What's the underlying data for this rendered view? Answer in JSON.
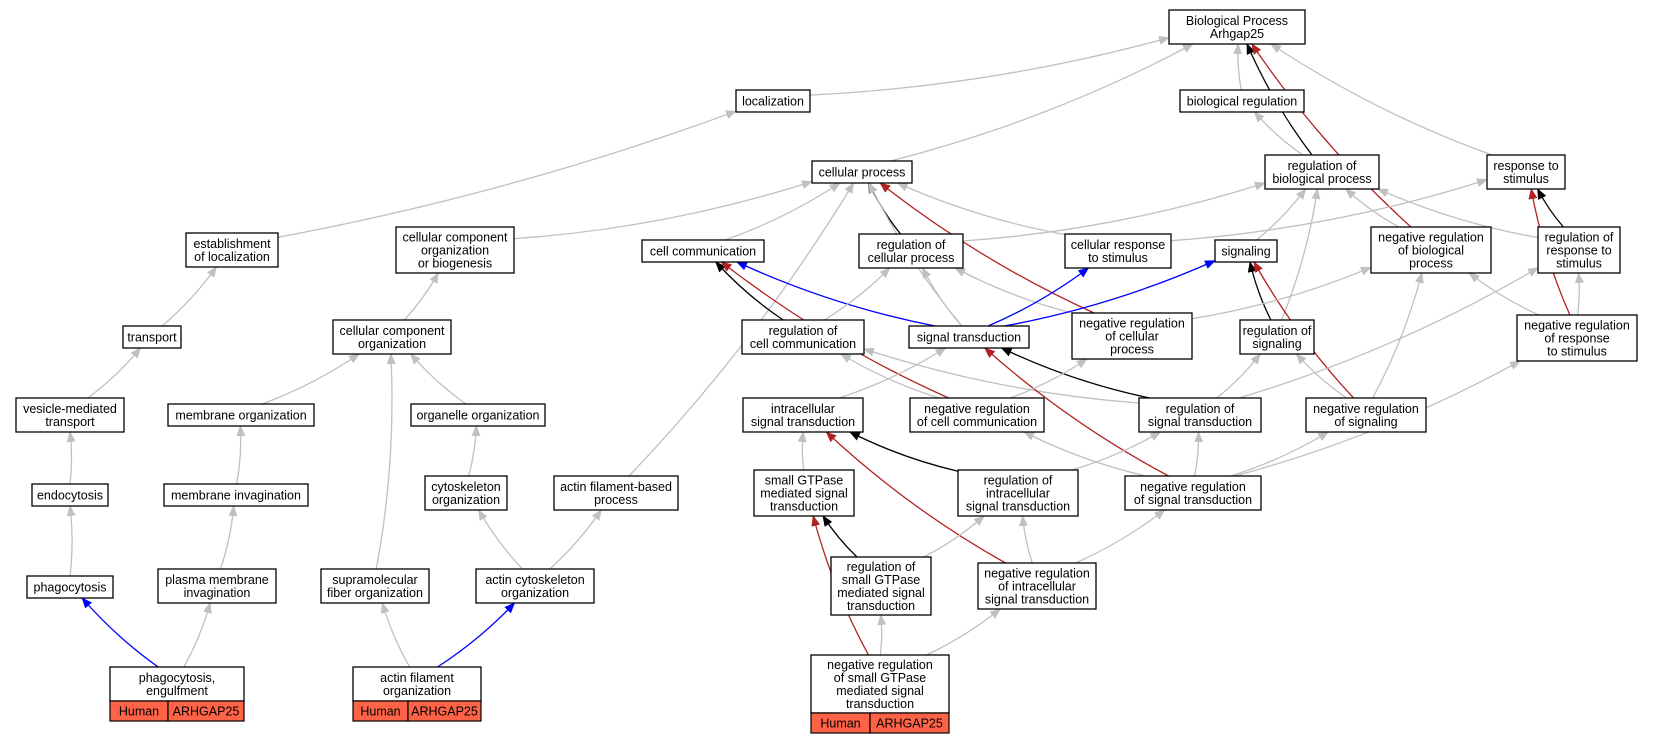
{
  "colors": {
    "gray": "#c0c0c0",
    "black": "#000000",
    "red": "#b22222",
    "blue": "#0000ff",
    "annotation": "#ff6347"
  },
  "nodes": {
    "root": [
      "Biological Process",
      "Arhgap25"
    ],
    "localization": [
      "localization"
    ],
    "biolreg": [
      "biological regulation"
    ],
    "cellproc": [
      "cellular process"
    ],
    "regbio": [
      "regulation of",
      "biological process"
    ],
    "resp": [
      "response to",
      "stimulus"
    ],
    "estloc": [
      "establishment",
      "of localization"
    ],
    "ccob": [
      "cellular component",
      "organization",
      "or biogenesis"
    ],
    "cellcomm": [
      "cell communication"
    ],
    "regcell": [
      "regulation of",
      "cellular process"
    ],
    "cellresp": [
      "cellular response",
      "to stimulus"
    ],
    "signaling": [
      "signaling"
    ],
    "negregbio": [
      "negative regulation",
      "of biological",
      "process"
    ],
    "regresp": [
      "regulation of",
      "response to",
      "stimulus"
    ],
    "transport": [
      "transport"
    ],
    "cco": [
      "cellular component",
      "organization"
    ],
    "regcomm": [
      "regulation of",
      "cell communication"
    ],
    "sigtrans": [
      "signal transduction"
    ],
    "negregcell": [
      "negative regulation",
      "of cellular",
      "process"
    ],
    "regsig": [
      "regulation of",
      "signaling"
    ],
    "negregresp": [
      "negative regulation",
      "of response",
      "to stimulus"
    ],
    "vesicle": [
      "vesicle-mediated",
      "transport"
    ],
    "membrane": [
      "membrane organization"
    ],
    "organelle": [
      "organelle organization"
    ],
    "intra": [
      "intracellular",
      "signal transduction"
    ],
    "negregcomm": [
      "negative regulation",
      "of cell communication"
    ],
    "regsigtrans": [
      "regulation of",
      "signal transduction"
    ],
    "negregsig": [
      "negative regulation",
      "of signaling"
    ],
    "endo": [
      "endocytosis"
    ],
    "meminv": [
      "membrane invagination"
    ],
    "cytoorg": [
      "cytoskeleton",
      "organization"
    ],
    "actinproc": [
      "actin filament-based",
      "process"
    ],
    "smallgt": [
      "small GTPase",
      "mediated signal",
      "transduction"
    ],
    "regintra": [
      "regulation of",
      "intracellular",
      "signal transduction"
    ],
    "negregsigtrans": [
      "negative regulation",
      "of signal transduction"
    ],
    "phago": [
      "phagocytosis"
    ],
    "pminv": [
      "plasma membrane",
      "invagination"
    ],
    "supra": [
      "supramolecular",
      "fiber organization"
    ],
    "actincyto": [
      "actin cytoskeleton",
      "organization"
    ],
    "regsmall": [
      "regulation of",
      "small GTPase",
      "mediated signal",
      "transduction"
    ],
    "negregintra": [
      "negative regulation",
      "of intracellular",
      "signal transduction"
    ],
    "engulf": [
      "phagocytosis,",
      "engulfment"
    ],
    "actinfil": [
      "actin filament",
      "organization"
    ],
    "negregsmall": [
      "negative regulation",
      "of small GTPase",
      "mediated signal",
      "transduction"
    ]
  },
  "annotations": {
    "engulf": {
      "species": "Human",
      "gene": "ARHGAP25"
    },
    "actinfil": {
      "species": "Human",
      "gene": "ARHGAP25"
    },
    "negregsmall": {
      "species": "Human",
      "gene": "ARHGAP25"
    }
  },
  "edges": [
    {
      "from": "localization",
      "to": "root",
      "color": "gray"
    },
    {
      "from": "biolreg",
      "to": "root",
      "color": "gray"
    },
    {
      "from": "cellproc",
      "to": "root",
      "color": "gray"
    },
    {
      "from": "regbio",
      "to": "root",
      "color": "black"
    },
    {
      "from": "negregbio",
      "to": "root",
      "color": "red"
    },
    {
      "from": "resp",
      "to": "root",
      "color": "gray"
    },
    {
      "from": "regbio",
      "to": "biolreg",
      "color": "gray"
    },
    {
      "from": "estloc",
      "to": "localization",
      "color": "gray"
    },
    {
      "from": "ccob",
      "to": "cellproc",
      "color": "gray"
    },
    {
      "from": "cellcomm",
      "to": "cellproc",
      "color": "gray"
    },
    {
      "from": "regcell",
      "to": "cellproc",
      "color": "black"
    },
    {
      "from": "cellresp",
      "to": "cellproc",
      "color": "gray"
    },
    {
      "from": "negregcell",
      "to": "cellproc",
      "color": "red"
    },
    {
      "from": "actinproc",
      "to": "cellproc",
      "color": "gray"
    },
    {
      "from": "sigtrans",
      "to": "cellproc",
      "color": "gray"
    },
    {
      "from": "regcell",
      "to": "regbio",
      "color": "gray"
    },
    {
      "from": "signaling",
      "to": "regbio",
      "color": "gray"
    },
    {
      "from": "negregbio",
      "to": "regbio",
      "color": "gray"
    },
    {
      "from": "regresp",
      "to": "regbio",
      "color": "gray"
    },
    {
      "from": "regsig",
      "to": "regbio",
      "color": "gray"
    },
    {
      "from": "regresp",
      "to": "resp",
      "color": "black"
    },
    {
      "from": "cellresp",
      "to": "resp",
      "color": "gray"
    },
    {
      "from": "negregresp",
      "to": "resp",
      "color": "red"
    },
    {
      "from": "transport",
      "to": "estloc",
      "color": "gray"
    },
    {
      "from": "cco",
      "to": "ccob",
      "color": "gray"
    },
    {
      "from": "regcomm",
      "to": "cellcomm",
      "color": "black"
    },
    {
      "from": "sigtrans",
      "to": "cellcomm",
      "color": "blue"
    },
    {
      "from": "negregcomm",
      "to": "cellcomm",
      "color": "red"
    },
    {
      "from": "regcomm",
      "to": "regcell",
      "color": "gray"
    },
    {
      "from": "sigtrans",
      "to": "regcell",
      "color": "gray"
    },
    {
      "from": "negregcell",
      "to": "regcell",
      "color": "gray"
    },
    {
      "from": "sigtrans",
      "to": "cellresp",
      "color": "blue"
    },
    {
      "from": "sigtrans",
      "to": "signaling",
      "color": "blue"
    },
    {
      "from": "regsig",
      "to": "signaling",
      "color": "black"
    },
    {
      "from": "negregsig",
      "to": "signaling",
      "color": "red"
    },
    {
      "from": "negregcell",
      "to": "negregbio",
      "color": "gray"
    },
    {
      "from": "negregsig",
      "to": "negregbio",
      "color": "gray"
    },
    {
      "from": "negregresp",
      "to": "regresp",
      "color": "gray"
    },
    {
      "from": "regsigtrans",
      "to": "regresp",
      "color": "gray"
    },
    {
      "from": "negregresp",
      "to": "negregbio",
      "color": "gray"
    },
    {
      "from": "vesicle",
      "to": "transport",
      "color": "gray"
    },
    {
      "from": "membrane",
      "to": "cco",
      "color": "gray"
    },
    {
      "from": "organelle",
      "to": "cco",
      "color": "gray"
    },
    {
      "from": "supra",
      "to": "cco",
      "color": "gray"
    },
    {
      "from": "negregcomm",
      "to": "regcomm",
      "color": "gray"
    },
    {
      "from": "regsigtrans",
      "to": "regcomm",
      "color": "gray"
    },
    {
      "from": "intra",
      "to": "sigtrans",
      "color": "gray"
    },
    {
      "from": "regsigtrans",
      "to": "sigtrans",
      "color": "black"
    },
    {
      "from": "negregsigtrans",
      "to": "sigtrans",
      "color": "red"
    },
    {
      "from": "negregcomm",
      "to": "negregcell",
      "color": "gray"
    },
    {
      "from": "regsigtrans",
      "to": "regsig",
      "color": "gray"
    },
    {
      "from": "negregsig",
      "to": "regsig",
      "color": "gray"
    },
    {
      "from": "negregsigtrans",
      "to": "negregresp",
      "color": "gray"
    },
    {
      "from": "endo",
      "to": "vesicle",
      "color": "gray"
    },
    {
      "from": "meminv",
      "to": "membrane",
      "color": "gray"
    },
    {
      "from": "cytoorg",
      "to": "organelle",
      "color": "gray"
    },
    {
      "from": "smallgt",
      "to": "intra",
      "color": "gray"
    },
    {
      "from": "regintra",
      "to": "intra",
      "color": "black"
    },
    {
      "from": "negregintra",
      "to": "intra",
      "color": "red"
    },
    {
      "from": "negregsigtrans",
      "to": "negregcomm",
      "color": "gray"
    },
    {
      "from": "negregsigtrans",
      "to": "regsigtrans",
      "color": "gray"
    },
    {
      "from": "regintra",
      "to": "regsigtrans",
      "color": "gray"
    },
    {
      "from": "negregsigtrans",
      "to": "negregsig",
      "color": "gray"
    },
    {
      "from": "phago",
      "to": "endo",
      "color": "gray"
    },
    {
      "from": "pminv",
      "to": "meminv",
      "color": "gray"
    },
    {
      "from": "actincyto",
      "to": "cytoorg",
      "color": "gray"
    },
    {
      "from": "actincyto",
      "to": "actinproc",
      "color": "gray"
    },
    {
      "from": "regsmall",
      "to": "smallgt",
      "color": "black"
    },
    {
      "from": "negregsmall",
      "to": "smallgt",
      "color": "red"
    },
    {
      "from": "negregintra",
      "to": "regintra",
      "color": "gray"
    },
    {
      "from": "negregintra",
      "to": "negregsigtrans",
      "color": "gray"
    },
    {
      "from": "regsmall",
      "to": "regintra",
      "color": "gray"
    },
    {
      "from": "engulf",
      "to": "phago",
      "color": "blue"
    },
    {
      "from": "engulf",
      "to": "pminv",
      "color": "gray"
    },
    {
      "from": "actinfil",
      "to": "supra",
      "color": "gray"
    },
    {
      "from": "actinfil",
      "to": "actincyto",
      "color": "blue"
    },
    {
      "from": "negregsmall",
      "to": "regsmall",
      "color": "gray"
    },
    {
      "from": "negregsmall",
      "to": "negregintra",
      "color": "gray"
    }
  ]
}
